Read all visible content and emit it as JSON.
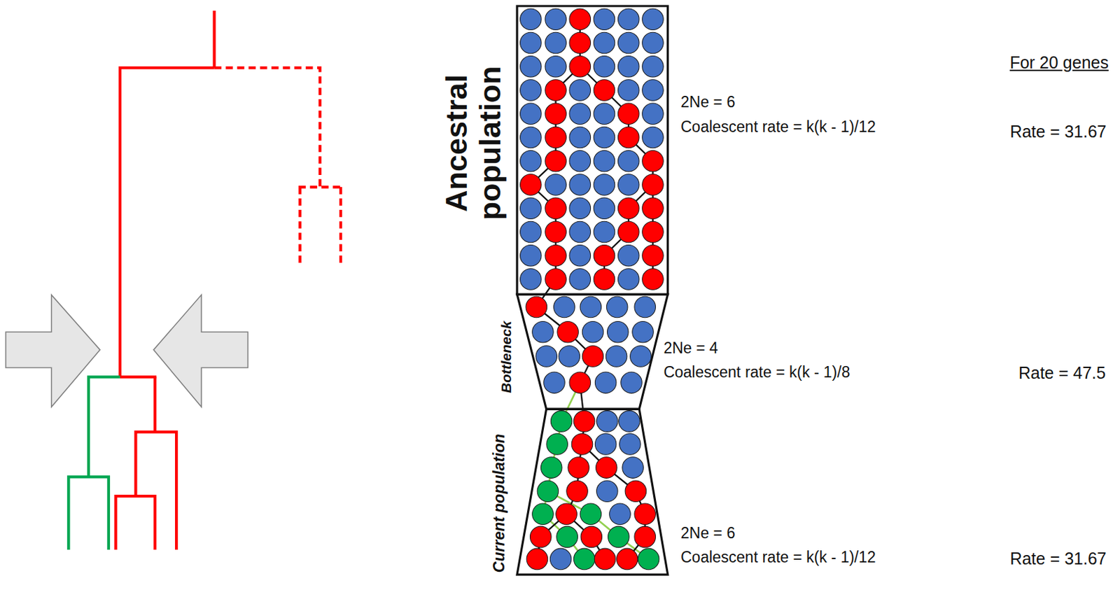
{
  "diagram": {
    "nodes": [
      {
        "text": [
          "Ancestral population"
        ]
      },
      {
        "text": [
          "Bottleneck"
        ]
      },
      {
        "text": [
          "Current population"
        ]
      }
    ],
    "labels": [
      "2Ne = 6",
      "Coalescent rate = k(k - 1)/12",
      "2Ne = 4",
      "Coalescent rate = k(k - 1)/8",
      "2Ne = 6",
      "Coalescent rate = k(k - 1)/12",
      "For 20 genes",
      "Rate = 31.67",
      "Rate = 47.5",
      "Rate = 31.67"
    ]
  }
}
